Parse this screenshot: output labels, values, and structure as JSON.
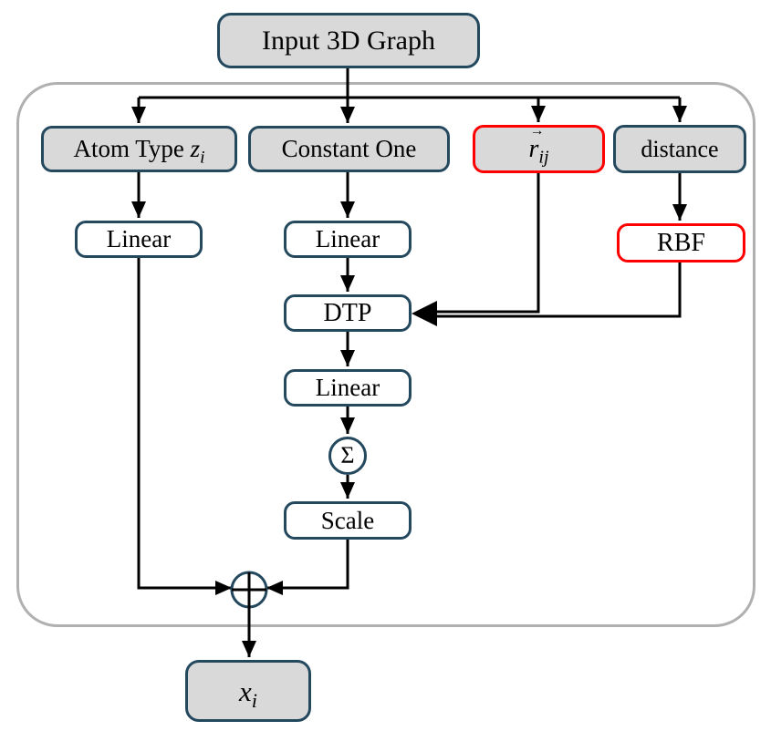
{
  "diagram": {
    "nodes": {
      "input": {
        "label": "Input 3D Graph"
      },
      "atom_type": {
        "prefix": "Atom Type ",
        "var": "z",
        "sub": "i"
      },
      "constant_one": {
        "label": "Constant One"
      },
      "r_vec": {
        "var": "r",
        "sub": "ij",
        "accent": "→"
      },
      "distance": {
        "label": "distance"
      },
      "linear_atom": {
        "label": "Linear"
      },
      "linear_const": {
        "label": "Linear"
      },
      "rbf": {
        "label": "RBF"
      },
      "dtp": {
        "label": "DTP"
      },
      "linear_dtp": {
        "label": "Linear"
      },
      "sum": {
        "symbol": "Σ"
      },
      "scale": {
        "label": "Scale"
      },
      "combine": {
        "symbol": "⊕"
      },
      "output": {
        "var": "x",
        "sub": "i"
      }
    },
    "edges": [
      {
        "from": "input",
        "to": "atom_type"
      },
      {
        "from": "input",
        "to": "constant_one"
      },
      {
        "from": "input",
        "to": "r_vec"
      },
      {
        "from": "input",
        "to": "distance"
      },
      {
        "from": "atom_type",
        "to": "linear_atom"
      },
      {
        "from": "constant_one",
        "to": "linear_const"
      },
      {
        "from": "distance",
        "to": "rbf"
      },
      {
        "from": "linear_const",
        "to": "dtp"
      },
      {
        "from": "r_vec",
        "to": "dtp"
      },
      {
        "from": "rbf",
        "to": "dtp"
      },
      {
        "from": "dtp",
        "to": "linear_dtp"
      },
      {
        "from": "linear_dtp",
        "to": "sum"
      },
      {
        "from": "sum",
        "to": "scale"
      },
      {
        "from": "linear_atom",
        "to": "combine"
      },
      {
        "from": "scale",
        "to": "combine"
      },
      {
        "from": "combine",
        "to": "output"
      }
    ],
    "colors": {
      "node_border": "#24495e",
      "node_fill_gray": "#d9d9d9",
      "node_fill_white": "#ffffff",
      "highlight_border": "#fe0000",
      "edge_line": "#000000",
      "container_border": "#b0b0b0"
    }
  }
}
